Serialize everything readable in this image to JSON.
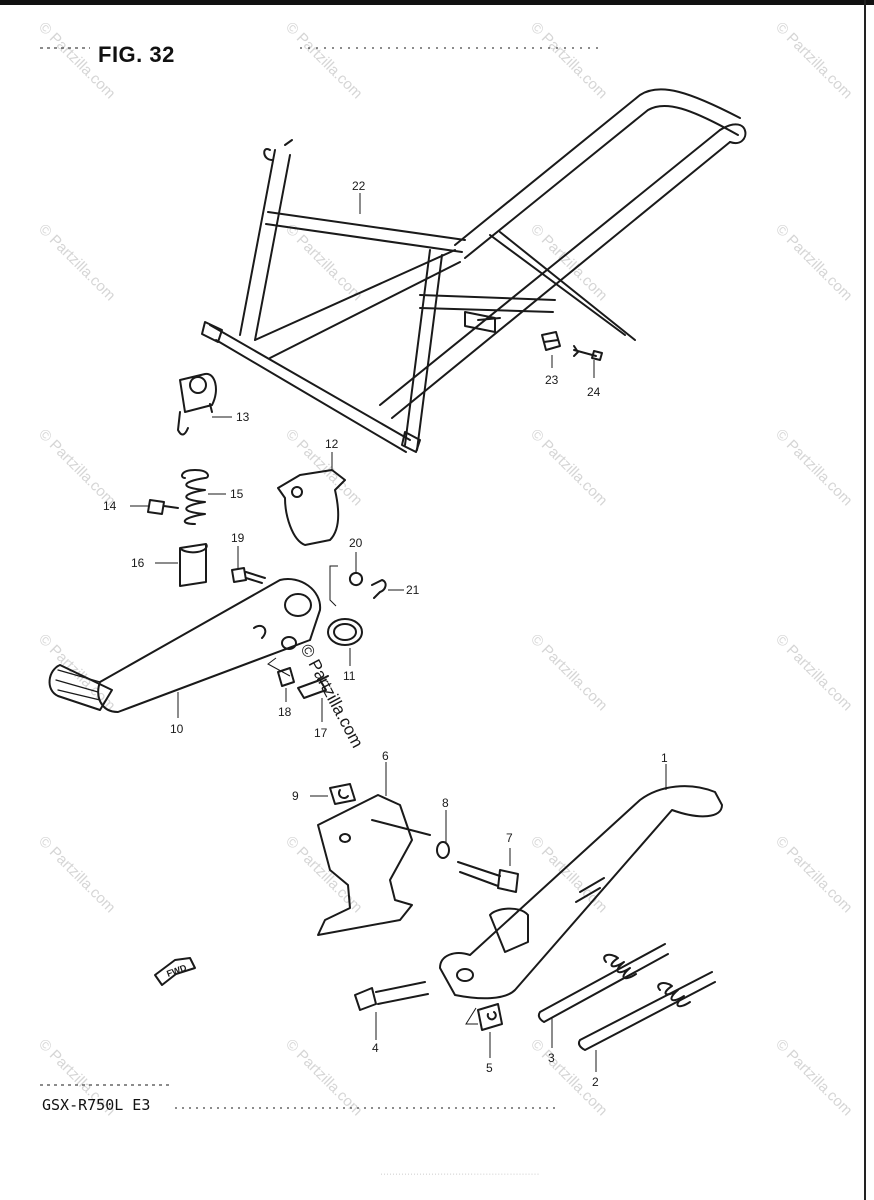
{
  "figure": {
    "title": "FIG. 32",
    "model": "GSX-R750L  E3"
  },
  "watermark": {
    "text": "© Partzilla.com",
    "inline_text": "© Partzilla.com"
  },
  "fwd_label": "FWD",
  "callouts": [
    "22",
    "23",
    "24",
    "13",
    "12",
    "15",
    "14",
    "19",
    "20",
    "16",
    "21",
    "11",
    "10",
    "18",
    "17",
    "6",
    "9",
    "8",
    "7",
    "1",
    "4",
    "5",
    "3",
    "2"
  ],
  "footer_text": "·····················································"
}
